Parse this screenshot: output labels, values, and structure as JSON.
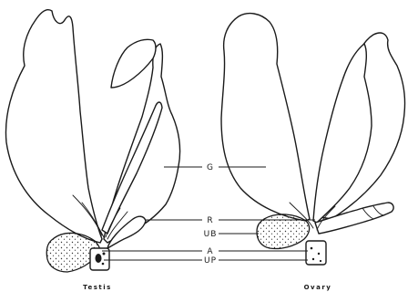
{
  "figure": {
    "labels": {
      "g": "G",
      "r": "R",
      "ub": "UB",
      "a": "A",
      "up": "UP"
    },
    "captions": {
      "testis": "Testis",
      "ovary": "Ovary"
    }
  }
}
